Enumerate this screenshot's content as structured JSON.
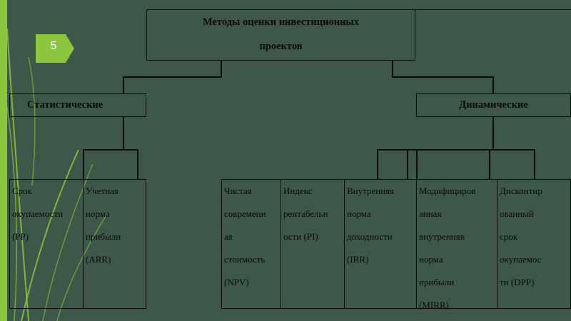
{
  "slide_number": "5",
  "title": {
    "line1": "Методы оценки инвестиционных",
    "line2": "проектов"
  },
  "categories": {
    "static": "Статистические",
    "dynamic": "Динамические"
  },
  "methods": [
    {
      "id": "pp",
      "lines": [
        "Срок",
        "окупаемости",
        "(PP)"
      ]
    },
    {
      "id": "arr",
      "lines": [
        "Учетная",
        "норма",
        "прибыли",
        "(ARR)"
      ]
    },
    {
      "id": "npv",
      "lines": [
        "Чистая",
        "современн",
        "ая",
        "стоимость",
        "(NPV)"
      ]
    },
    {
      "id": "pi",
      "lines": [
        "Индекс",
        "рентабельн",
        "ости (PI)"
      ]
    },
    {
      "id": "irr",
      "lines": [
        "Внутренняя",
        "норма",
        "доходности",
        "(IRR)"
      ]
    },
    {
      "id": "mirr",
      "lines": [
        "Модифициров",
        "анная",
        "внутренняя",
        "норма",
        "прибыли",
        "(MIRR)"
      ]
    },
    {
      "id": "dpp",
      "lines": [
        "Дисконтир",
        "ованный",
        "срок",
        "окупаемос",
        "ти (DPP)"
      ]
    }
  ],
  "colors": {
    "background": "#3d5749",
    "accent_green": "#8cc63f",
    "line": "#0a0d0b"
  }
}
